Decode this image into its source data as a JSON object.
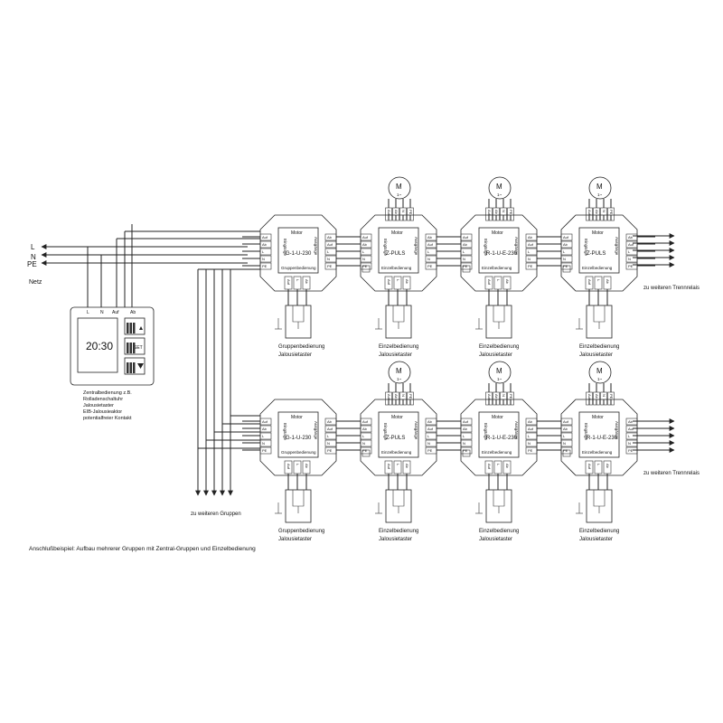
{
  "mains": {
    "labels": [
      "L",
      "N",
      "PE"
    ],
    "title": "Netz"
  },
  "controller": {
    "terminals": [
      "L",
      "N",
      "Auf",
      "Ab"
    ],
    "time": "20:30",
    "set_label": "SET",
    "caption": [
      "Zentralbedienung z.B.",
      "Rolladenschaltuhr",
      "Jalousietaster",
      "EIB-Jalousieaktor",
      "potentialfreier Kontakt"
    ]
  },
  "module": {
    "motor": "Motor",
    "left_terminals": [
      "Auf",
      "Ab",
      "L",
      "N",
      "PE"
    ],
    "right_terminals": [
      "Ab",
      "Auf",
      "L",
      "N",
      "PE"
    ],
    "in_label": "Eingänge",
    "out_label": "Ausgänge",
    "bottom_terminals": [
      "Auf",
      "L",
      "Ab"
    ],
    "motor_terminals": [
      "Auf",
      "Ab",
      "N",
      "PE"
    ],
    "motor_symbol": "M",
    "motor_sub": "1~"
  },
  "modules": [
    {
      "row": 0,
      "col": 0,
      "name": "G-1-U-230",
      "role": "Gruppenbedienung",
      "caption": [
        "Gruppenbedienung",
        "Jalousietaster"
      ],
      "motor": false
    },
    {
      "row": 0,
      "col": 1,
      "name": "Z-PULS",
      "role": "Einzelbedienung",
      "caption": [
        "Einzelbedienung",
        "Jalousietaster"
      ],
      "motor": true
    },
    {
      "row": 0,
      "col": 2,
      "name": "R-1-U-E-230",
      "role": "Einzelbedienung",
      "caption": [
        "Einzelbedienung",
        "Jalousietaster"
      ],
      "motor": true
    },
    {
      "row": 0,
      "col": 3,
      "name": "Z-PULS",
      "role": "Einzelbedienung",
      "caption": [
        "Einzelbedienung",
        "Jalousietaster"
      ],
      "motor": true
    },
    {
      "row": 1,
      "col": 0,
      "name": "G-1-U-230",
      "role": "Gruppenbedienung",
      "caption": [
        "Gruppenbedienung",
        "Jalousietaster"
      ],
      "motor": false
    },
    {
      "row": 1,
      "col": 1,
      "name": "Z-PULS",
      "role": "Einzelbedienung",
      "caption": [
        "Einzelbedienung",
        "Jalousietaster"
      ],
      "motor": true
    },
    {
      "row": 1,
      "col": 2,
      "name": "R-1-U-E-230",
      "role": "Einzelbedienung",
      "caption": [
        "Einzelbedienung",
        "Jalousietaster"
      ],
      "motor": true
    },
    {
      "row": 1,
      "col": 3,
      "name": "R-1-U-E-230",
      "role": "Einzelbedienung",
      "caption": [
        "Einzelbedienung",
        "Jalousietaster"
      ],
      "motor": true
    }
  ],
  "labels": {
    "to_relays": "zu weiteren Trennrelais",
    "to_groups": "zu weiteren Gruppen",
    "caption": "Anschlußbeispiel: Aufbau mehrerer Gruppen mit Zentral-Gruppen und Einzelbedienung"
  }
}
